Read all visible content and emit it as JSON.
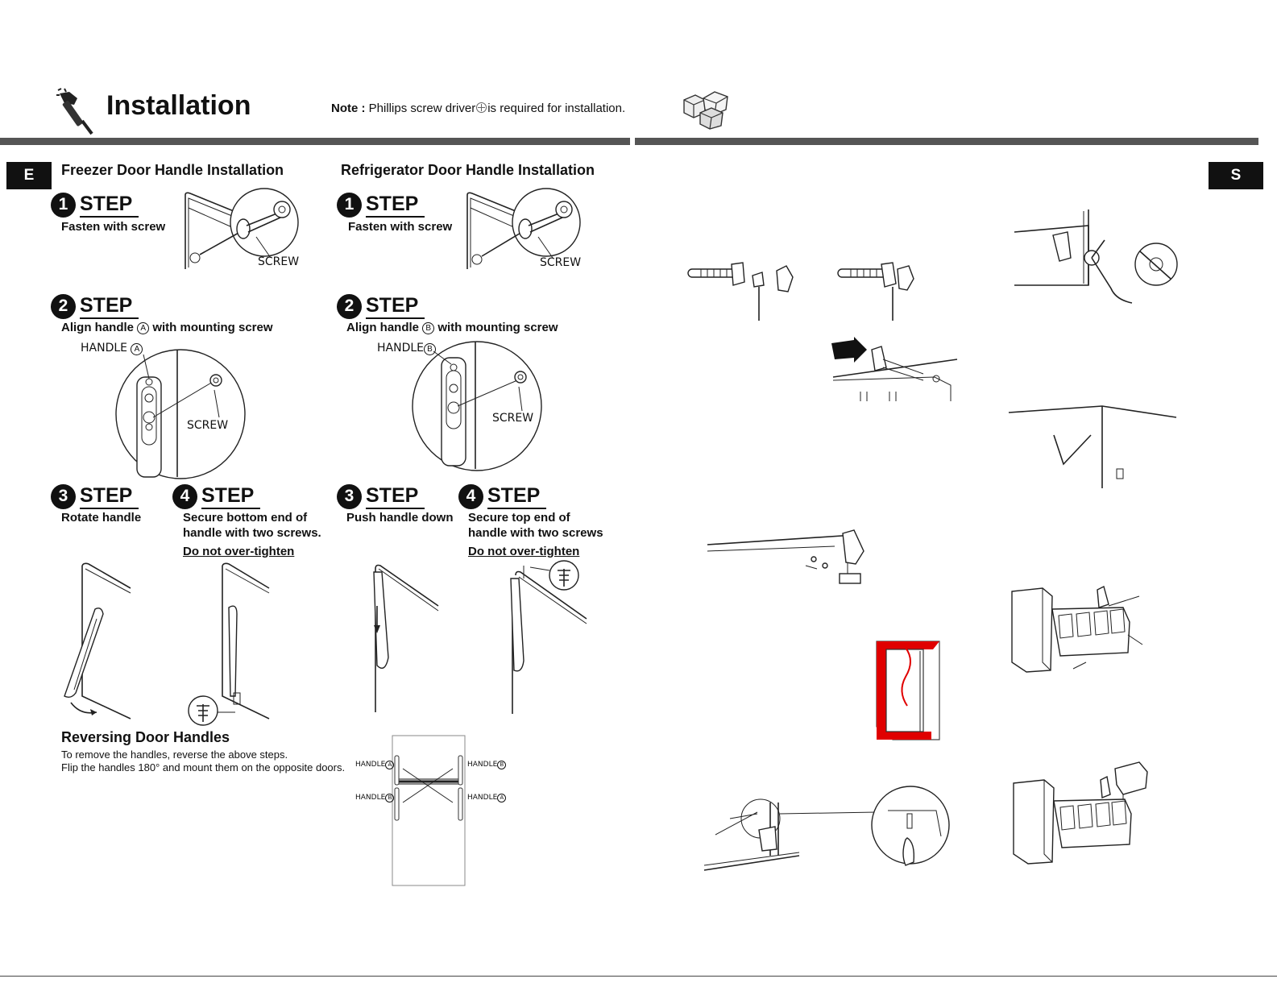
{
  "header": {
    "title": "Installation",
    "note_label": "Note :",
    "note_text": "Phillips screw driver",
    "note_text2": "is required for installation."
  },
  "tabs": {
    "left": "E",
    "right": "S"
  },
  "freezer": {
    "heading": "Freezer Door Handle Installation",
    "step1": {
      "num": "1",
      "word": "STEP",
      "text": "Fasten with screw",
      "screw_label": "SCREW"
    },
    "step2": {
      "num": "2",
      "word": "STEP",
      "text_a": "Align handle",
      "text_b": "with mounting screw",
      "handle_label": "HANDLE",
      "screw_label": "SCREW"
    },
    "step3": {
      "num": "3",
      "word": "STEP",
      "text": "Rotate handle"
    },
    "step4": {
      "num": "4",
      "word": "STEP",
      "line1": "Secure bottom end of",
      "line2": "handle with two screws.",
      "warning": "Do not over-tighten"
    }
  },
  "refrigerator": {
    "heading": "Refrigerator Door Handle Installation",
    "step1": {
      "num": "1",
      "word": "STEP",
      "text": "Fasten with screw",
      "screw_label": "SCREW"
    },
    "step2": {
      "num": "2",
      "word": "STEP",
      "text_a": "Align handle",
      "text_b": "with mounting screw",
      "handle_label": "HANDLE",
      "screw_label": "SCREW"
    },
    "step3": {
      "num": "3",
      "word": "STEP",
      "text": "Push handle down"
    },
    "step4": {
      "num": "4",
      "word": "STEP",
      "line1": "Secure top end of",
      "line2": "handle with two screws",
      "warning": "Do not over-tighten"
    }
  },
  "reversing": {
    "heading": "Reversing Door Handles",
    "line1": "To remove the handles, reverse the above steps.",
    "line2": "Flip the handles 180° and mount them on the opposite doors.",
    "diagram": {
      "top_left": "HANDLE",
      "top_right": "HANDLE",
      "bottom_left": "HANDLE",
      "bottom_right": "HANDLE"
    }
  },
  "markers": {
    "a": "A",
    "b": "B"
  },
  "colors": {
    "bar": "#555555",
    "tab": "#111111",
    "highlight": "#e00000"
  }
}
